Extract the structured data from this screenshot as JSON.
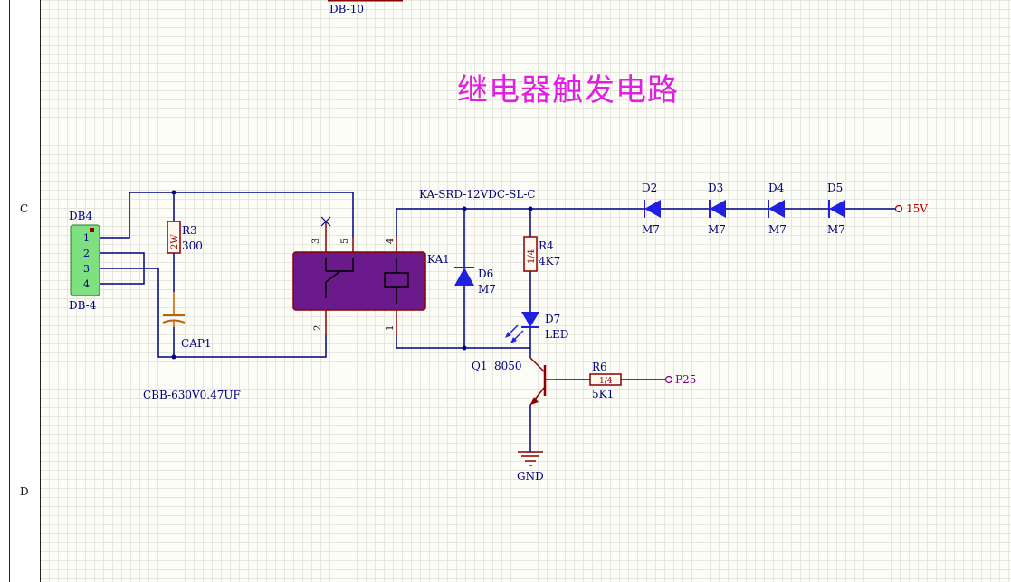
{
  "sheet": {
    "title": "继电器触发电路",
    "zones": [
      "C",
      "D"
    ],
    "colors": {
      "wire": "#000080",
      "symbol": "#8b0000",
      "label": "#000080",
      "title": "#e020e0",
      "power": "#b00000",
      "port": "#800080",
      "led": "#2020e0",
      "connector": "#7fe07f"
    }
  },
  "parts": {
    "db10": {
      "designator": "DB-10"
    },
    "db4": {
      "designator": "DB4",
      "comment": "DB-4",
      "pins": [
        "1",
        "2",
        "3",
        "4"
      ]
    },
    "r3": {
      "designator": "R3",
      "value": "300",
      "body": "2W"
    },
    "cap1": {
      "designator": "CAP1",
      "comment": "CBB-630V0.47UF"
    },
    "ka1": {
      "designator": "KA1",
      "comment": "KA-SRD-12VDC-SL-C",
      "pins": {
        "p1": "1",
        "p2": "2",
        "p3": "3",
        "p4": "4",
        "p5": "5"
      }
    },
    "d6": {
      "designator": "D6",
      "value": "M7"
    },
    "r4": {
      "designator": "R4",
      "value": "4K7",
      "body": "1/4"
    },
    "d7": {
      "designator": "D7",
      "value": "LED"
    },
    "q1": {
      "designator": "Q1",
      "value": "8050"
    },
    "r6": {
      "designator": "R6",
      "value": "5K1",
      "body": "1/4"
    },
    "d2": {
      "designator": "D2",
      "value": "M7"
    },
    "d3": {
      "designator": "D3",
      "value": "M7"
    },
    "d4": {
      "designator": "D4",
      "value": "M7"
    },
    "d5": {
      "designator": "D5",
      "value": "M7"
    },
    "gnd": {
      "label": "GND"
    },
    "p25": {
      "label": "P25"
    },
    "v15": {
      "label": "15V"
    }
  }
}
